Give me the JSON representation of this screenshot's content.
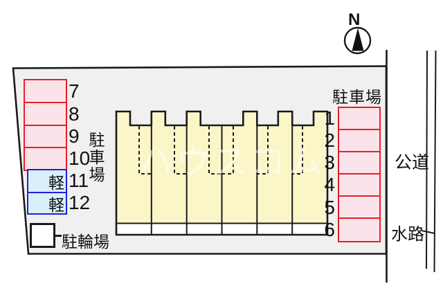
{
  "compass": {
    "label": "N"
  },
  "labels": {
    "right_parking_area": "駐車場",
    "left_parking_area": "駐車場",
    "road": "公道",
    "waterway": "水路",
    "bicycle_parking": "駐輪場"
  },
  "left_parking_spaces": [
    {
      "number": "7",
      "kei_prefix": ""
    },
    {
      "number": "8",
      "kei_prefix": ""
    },
    {
      "number": "9",
      "kei_prefix": ""
    },
    {
      "number": "10",
      "kei_prefix": ""
    },
    {
      "number": "11",
      "kei_prefix": "軽"
    },
    {
      "number": "12",
      "kei_prefix": "軽"
    }
  ],
  "right_parking_spaces": [
    {
      "number": "1"
    },
    {
      "number": "2"
    },
    {
      "number": "3"
    },
    {
      "number": "4"
    },
    {
      "number": "5"
    },
    {
      "number": "6"
    }
  ],
  "building": {
    "unit_count": 6
  },
  "watermark_text": "ハウスコム",
  "colors": {
    "site_fill": "#f0f0f0",
    "building_fill": "#faf6c8",
    "standard_space_fill": "#fbe3ec",
    "standard_space_border": "#e81e28",
    "kei_space_fill": "#d9effa",
    "kei_space_border": "#2020d8",
    "line": "#1a1a1a"
  }
}
